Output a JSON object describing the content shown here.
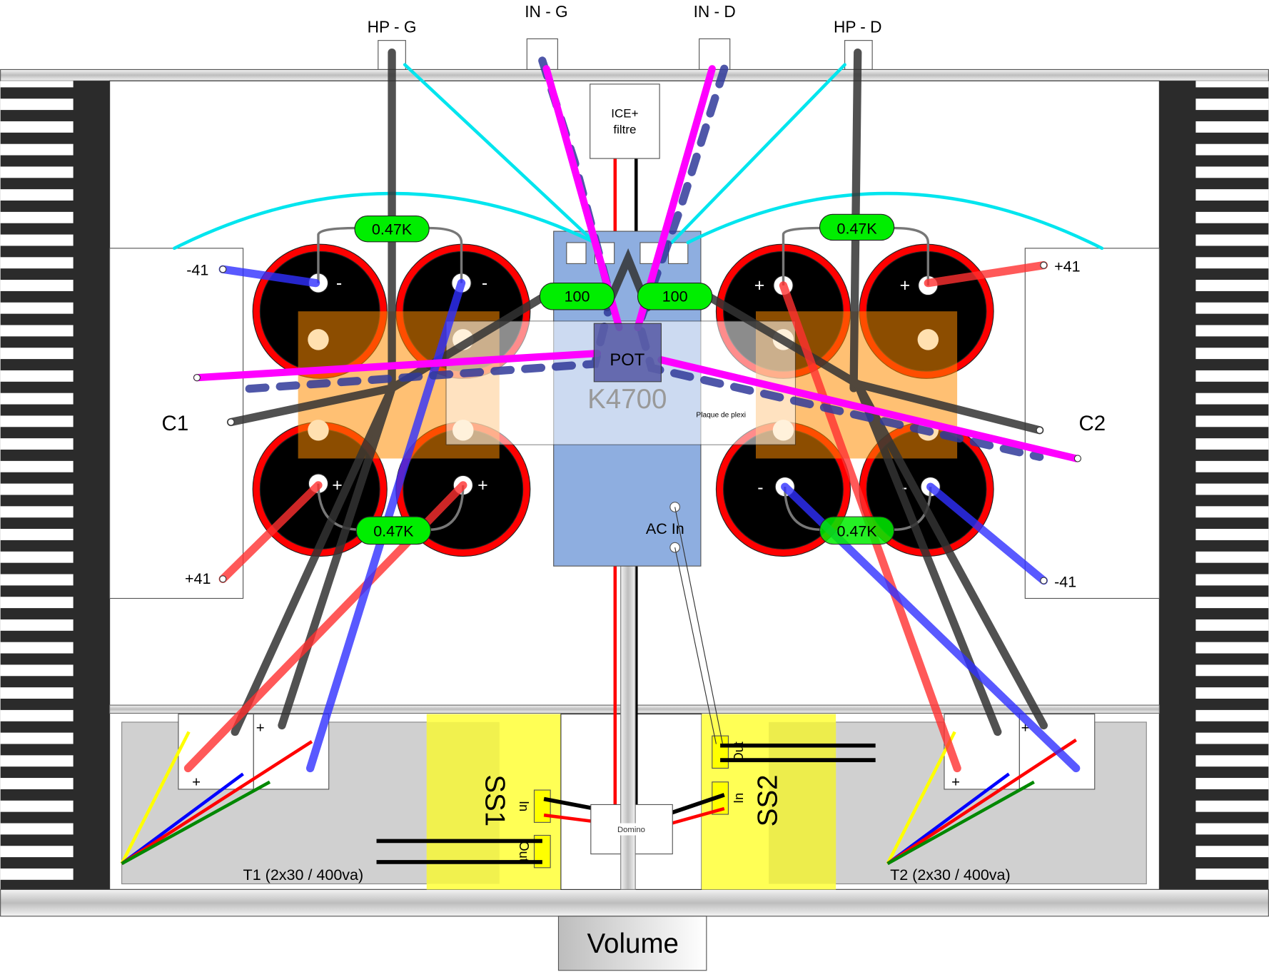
{
  "terminals": {
    "hp_g": "HP - G",
    "in_g": "IN - G",
    "in_d": "IN - D",
    "hp_d": "HP - D"
  },
  "modules": {
    "ice": "ICE+",
    "ice2": "filtre",
    "pot": "POT",
    "k4700": "K4700",
    "plexi": "Plaque de plexi",
    "ac_in": "AC In",
    "domino": "Domino",
    "volume": "Volume"
  },
  "boards": {
    "c1": "C1",
    "c2": "C2",
    "m41": "-41",
    "p41": "+41"
  },
  "resistors": {
    "r047": "0.47K",
    "r100": "100"
  },
  "polarity": {
    "plus": "+",
    "minus": "-"
  },
  "ss": {
    "ss1": "SS1",
    "ss2": "SS2",
    "in": "In",
    "out": "Out"
  },
  "transformers": {
    "t1": "T1 (2x30 / 400va)",
    "t2": "T2 (2x30 / 400va)"
  },
  "colors": {
    "red": "#ff0000",
    "magenta": "#ff00ff",
    "cyan": "#00e5ee",
    "green": "#00ee00",
    "module": "#8eaee0",
    "yellow": "#ffff55"
  }
}
